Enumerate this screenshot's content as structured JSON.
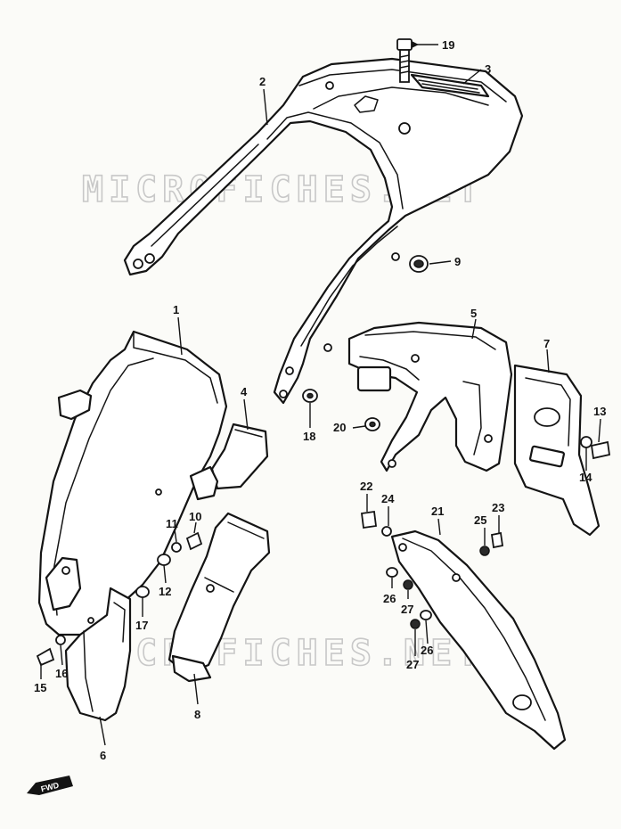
{
  "watermarks": [
    "MICROFICHES.NET",
    "MICROFICHES.NET"
  ],
  "front_mark": "FWD",
  "callouts": [
    {
      "id": "1",
      "label": "1"
    },
    {
      "id": "2",
      "label": "2"
    },
    {
      "id": "3",
      "label": "3"
    },
    {
      "id": "4",
      "label": "4"
    },
    {
      "id": "5",
      "label": "5"
    },
    {
      "id": "6",
      "label": "6"
    },
    {
      "id": "7",
      "label": "7"
    },
    {
      "id": "8",
      "label": "8"
    },
    {
      "id": "9",
      "label": "9"
    },
    {
      "id": "10",
      "label": "10"
    },
    {
      "id": "11",
      "label": "11"
    },
    {
      "id": "12",
      "label": "12"
    },
    {
      "id": "13",
      "label": "13"
    },
    {
      "id": "14",
      "label": "14"
    },
    {
      "id": "15",
      "label": "15"
    },
    {
      "id": "16",
      "label": "16"
    },
    {
      "id": "17",
      "label": "17"
    },
    {
      "id": "18",
      "label": "18"
    },
    {
      "id": "19",
      "label": "19"
    },
    {
      "id": "20",
      "label": "20"
    },
    {
      "id": "21",
      "label": "21"
    },
    {
      "id": "22",
      "label": "22"
    },
    {
      "id": "23",
      "label": "23"
    },
    {
      "id": "24",
      "label": "24"
    },
    {
      "id": "25",
      "label": "25"
    },
    {
      "id": "26a",
      "label": "26"
    },
    {
      "id": "26b",
      "label": "26"
    },
    {
      "id": "27a",
      "label": "27"
    },
    {
      "id": "27b",
      "label": "27"
    }
  ]
}
